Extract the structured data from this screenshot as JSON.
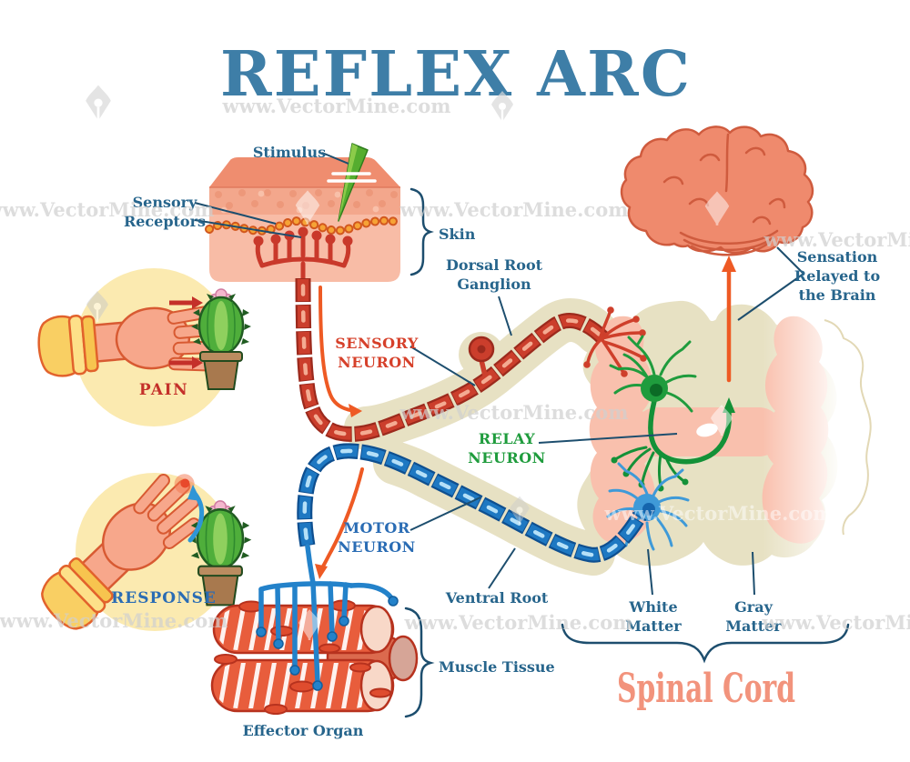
{
  "title": "REFLEX ARC",
  "watermark": {
    "text": "www.VectorMine.com"
  },
  "palette": {
    "title_blue": "#3e7ea7",
    "label_teal": "#27658c",
    "sensory_red": "#d6402a",
    "relay_green": "#1f9c3d",
    "motor_blue": "#2a6cb4",
    "pain_red": "#c4302a",
    "spinal_cord_salmon": "#f2937c",
    "nerve_tan": "#e7e1c3",
    "gray_matter_pink": "#f9c0ad",
    "skin_light": "#f8bca6",
    "skin_dark": "#ef8d6f",
    "muscle_red": "#e85d3c",
    "brain_salmon": "#ef8a6d",
    "arrow_orange": "#ee5a24",
    "cactus_green": "#4fae3b",
    "vignette_yellow": "#fbeab0"
  },
  "labels": {
    "stimulus": "Stimulus",
    "sensory_receptors": [
      "Sensory",
      "Receptors"
    ],
    "skin": "Skin",
    "dorsal_root_ganglion": [
      "Dorsal Root",
      "Ganglion"
    ],
    "sensory_neuron": [
      "SENSORY",
      "NEURON"
    ],
    "relay_neuron": [
      "RELAY",
      "NEURON"
    ],
    "motor_neuron": [
      "MOTOR",
      "NEURON"
    ],
    "ventral_root": "Ventral Root",
    "white_matter": [
      "White",
      "Matter"
    ],
    "gray_matter": [
      "Gray",
      "Matter"
    ],
    "spinal_cord": "Spinal Cord",
    "muscle_tissue": "Muscle Tissue",
    "effector_organ": "Effector Organ",
    "sensation_relayed": [
      "Sensation",
      "Relayed to",
      "the Brain"
    ],
    "pain": "PAIN",
    "response": "RESPONSE"
  }
}
